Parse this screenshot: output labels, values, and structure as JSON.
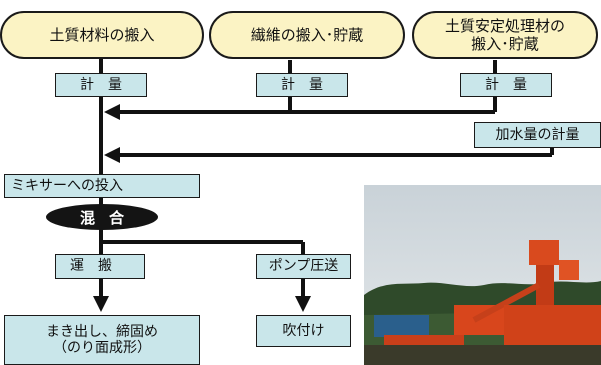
{
  "inputs": [
    {
      "label": "土質材料の搬入"
    },
    {
      "label": "繊維の搬入･貯蔵"
    },
    {
      "label": "土質安定処理材の\n搬入･貯蔵"
    }
  ],
  "measure_label": "計量",
  "water_measure": "加水量の計量",
  "mixer_input": "ミキサーへの投入",
  "mixing": "混合",
  "transport": "運搬",
  "pump": "ポンプ圧送",
  "spread": "まき出し、締固め\n（のり面成形）",
  "spray": "吹付け",
  "photo": {
    "alt": "mixing plant machinery photo"
  }
}
